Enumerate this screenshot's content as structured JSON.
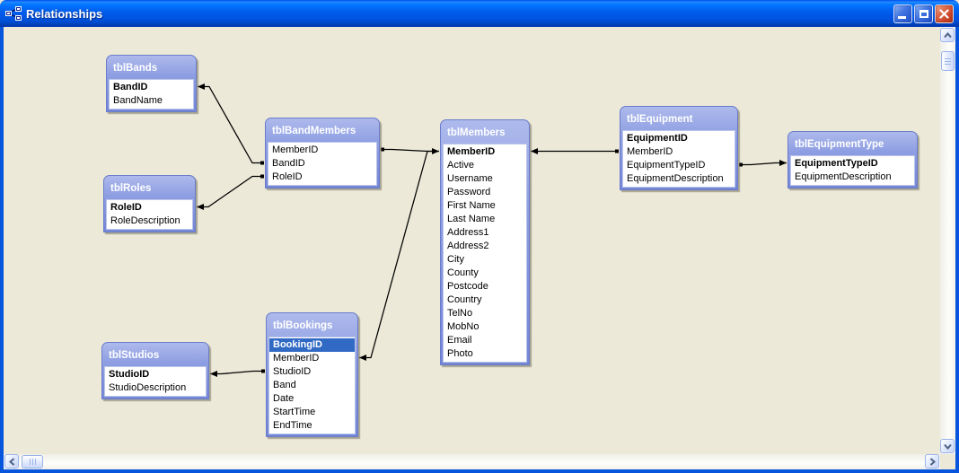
{
  "window": {
    "title": "Relationships",
    "icon": "relationships-icon",
    "controls": [
      {
        "name": "minimize-button",
        "icon": "minimize-icon"
      },
      {
        "name": "maximize-button",
        "icon": "maximize-icon"
      },
      {
        "name": "close-button",
        "icon": "close-icon"
      }
    ]
  },
  "colors": {
    "titlebar_blue": "#0855DD",
    "close_red": "#C84023",
    "canvas_bg": "#ECE9D8",
    "table_header_blue": "#7E90DC",
    "selection_blue": "#316AC5",
    "relationship_line": "#000000"
  },
  "diagram": {
    "tables": [
      {
        "id": "tblBands",
        "title": "tblBands",
        "fields": [
          {
            "name": "BandID",
            "pk": true
          },
          {
            "name": "BandName"
          }
        ]
      },
      {
        "id": "tblRoles",
        "title": "tblRoles",
        "fields": [
          {
            "name": "RoleID",
            "pk": true
          },
          {
            "name": "RoleDescription"
          }
        ]
      },
      {
        "id": "tblBandMembers",
        "title": "tblBandMembers",
        "fields": [
          {
            "name": "MemberID"
          },
          {
            "name": "BandID"
          },
          {
            "name": "RoleID"
          }
        ]
      },
      {
        "id": "tblMembers",
        "title": "tblMembers",
        "fields": [
          {
            "name": "MemberID",
            "pk": true
          },
          {
            "name": "Active"
          },
          {
            "name": "Username"
          },
          {
            "name": "Password"
          },
          {
            "name": "First Name"
          },
          {
            "name": "Last Name"
          },
          {
            "name": "Address1"
          },
          {
            "name": "Address2"
          },
          {
            "name": "City"
          },
          {
            "name": "County"
          },
          {
            "name": "Postcode"
          },
          {
            "name": "Country"
          },
          {
            "name": "TelNo"
          },
          {
            "name": "MobNo"
          },
          {
            "name": "Email"
          },
          {
            "name": "Photo"
          }
        ]
      },
      {
        "id": "tblEquipment",
        "title": "tblEquipment",
        "fields": [
          {
            "name": "EquipmentID",
            "pk": true
          },
          {
            "name": "MemberID"
          },
          {
            "name": "EquipmentTypeID"
          },
          {
            "name": "EquipmentDescription"
          }
        ]
      },
      {
        "id": "tblEquipmentType",
        "title": "tblEquipmentType",
        "fields": [
          {
            "name": "EquipmentTypeID",
            "pk": true
          },
          {
            "name": "EquipmentDescription"
          }
        ]
      },
      {
        "id": "tblStudios",
        "title": "tblStudios",
        "fields": [
          {
            "name": "StudioID",
            "pk": true
          },
          {
            "name": "StudioDescription"
          }
        ]
      },
      {
        "id": "tblBookings",
        "title": "tblBookings",
        "fields": [
          {
            "name": "BookingID",
            "pk": true,
            "selected": true
          },
          {
            "name": "MemberID"
          },
          {
            "name": "StudioID"
          },
          {
            "name": "Band"
          },
          {
            "name": "Date"
          },
          {
            "name": "StartTime"
          },
          {
            "name": "EndTime"
          }
        ]
      }
    ],
    "relationships": [
      {
        "from": "tblBandMembers.BandID",
        "to": "tblBands.BandID"
      },
      {
        "from": "tblBandMembers.RoleID",
        "to": "tblRoles.RoleID"
      },
      {
        "from": "tblBandMembers.MemberID",
        "to": "tblMembers.MemberID"
      },
      {
        "from": "tblMembers.MemberID",
        "to": "tblBookings.MemberID"
      },
      {
        "from": "tblEquipment.MemberID",
        "to": "tblMembers.MemberID"
      },
      {
        "from": "tblEquipment.EquipmentTypeID",
        "to": "tblEquipmentType.EquipmentTypeID"
      },
      {
        "from": "tblBookings.StudioID",
        "to": "tblStudios.StudioID"
      }
    ]
  }
}
